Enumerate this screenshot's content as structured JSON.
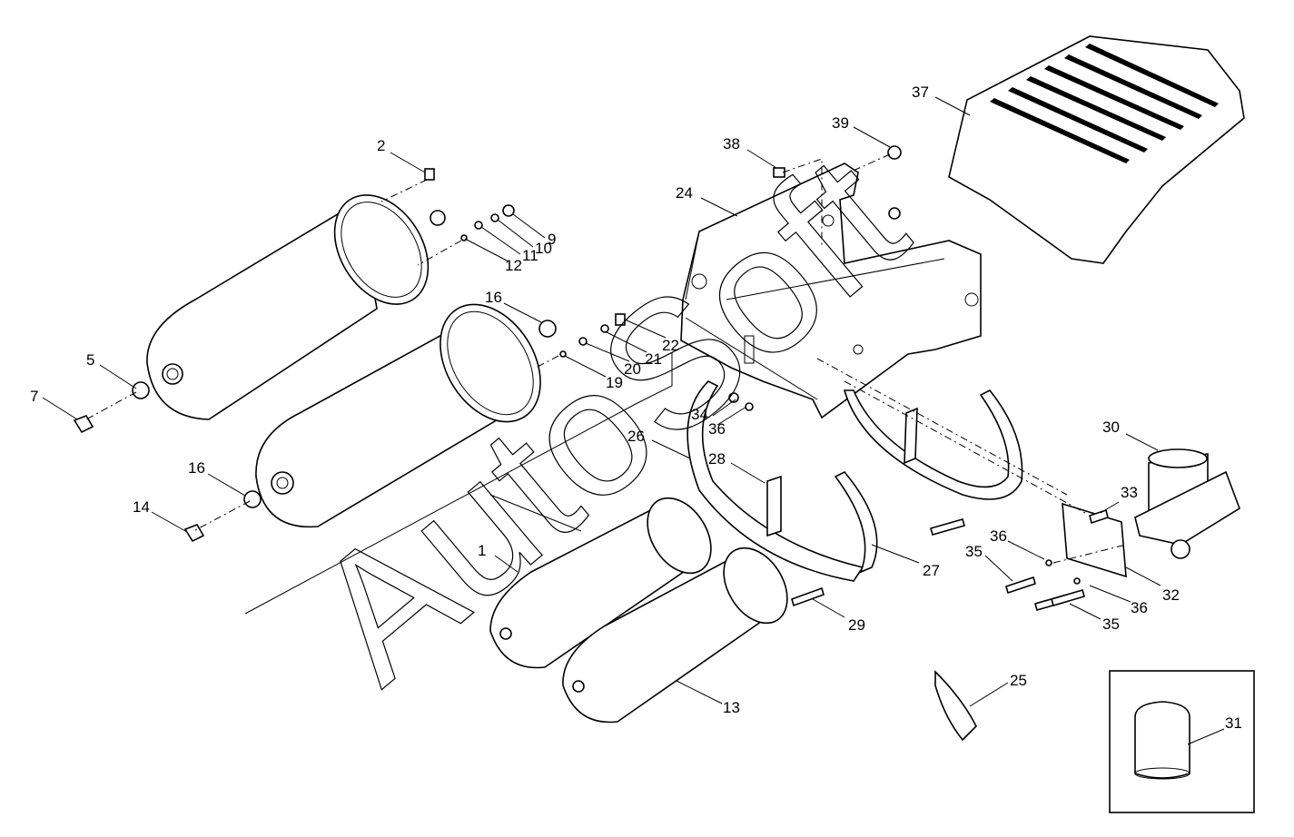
{
  "watermark": "AutoSoft",
  "callouts": {
    "c1": "1",
    "c2": "2",
    "c5": "5",
    "c7": "7",
    "c9": "9",
    "c10": "10",
    "c11": "11",
    "c12": "12",
    "c13": "13",
    "c14": "14",
    "c16a": "16",
    "c16b": "16",
    "c19": "19",
    "c20": "20",
    "c21": "21",
    "c22": "22",
    "c24": "24",
    "c25": "25",
    "c26": "26",
    "c27": "27",
    "c28": "28",
    "c29": "29",
    "c30": "30",
    "c31": "31",
    "c32": "32",
    "c33": "33",
    "c34": "34",
    "c35a": "35",
    "c35b": "35",
    "c36a": "36",
    "c36b": "36",
    "c36c": "36",
    "c37": "37",
    "c38": "38",
    "c39": "39"
  }
}
